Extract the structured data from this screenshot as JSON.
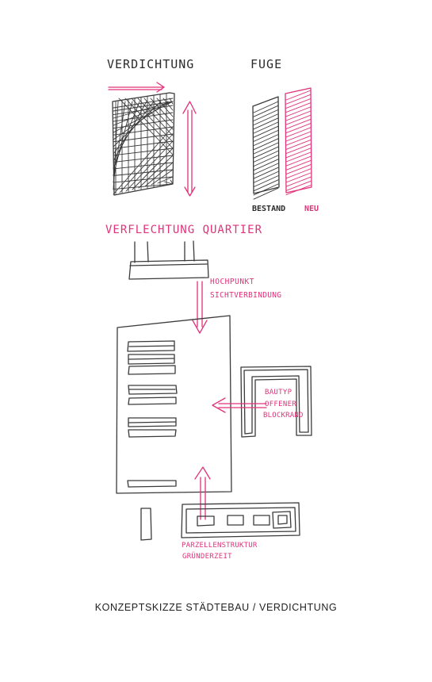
{
  "labels": {
    "verdichtung": "VERDICHTUNG",
    "fuge": "FUGE",
    "bestand": "BESTAND",
    "neu": "NEU",
    "verflechtung": "VERFLECHTUNG QUARTIER",
    "hochpunkt_line1": "HOCHPUNKT",
    "hochpunkt_line2": "SICHTVERBINDUNG",
    "bautyp_line1": "BAUTYP",
    "bautyp_line2": "OFFENER",
    "bautyp_line3": "BLOCKRAND",
    "parzellen_line1": "PARZELLENSTRUKTUR",
    "parzellen_line2": "GRÜNDERZEIT"
  },
  "caption": "KONZEPTSKIZZE STÄDTEBAU / VERDICHTUNG",
  "colors": {
    "ink": "#3a3a3a",
    "accent": "#e0337a",
    "background": "#ffffff"
  }
}
